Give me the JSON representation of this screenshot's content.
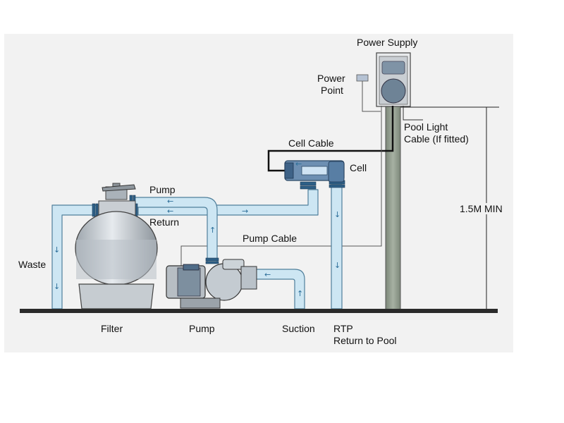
{
  "labels": {
    "power_supply": "Power Supply",
    "power_point_1": "Power",
    "power_point_2": "Point",
    "pool_light_1": "Pool Light",
    "pool_light_2": "Cable (If fitted)",
    "cell_cable": "Cell Cable",
    "cell": "Cell",
    "pump_top": "Pump",
    "return": "Return",
    "pump_cable": "Pump Cable",
    "waste": "Waste",
    "height": "1.5M MIN",
    "filter": "Filter",
    "pump_bottom": "Pump",
    "suction": "Suction",
    "rtp_1": "RTP",
    "rtp_2": "Return to Pool"
  },
  "colors": {
    "pipe_fill": "#cde6f3",
    "pipe_outline": "#4f7f9b",
    "flow_arrow": "#2c6e99",
    "ground": "#2b2b2b",
    "post": "#8f9a8c"
  },
  "icons": {
    "flow": "arrow-icon"
  }
}
